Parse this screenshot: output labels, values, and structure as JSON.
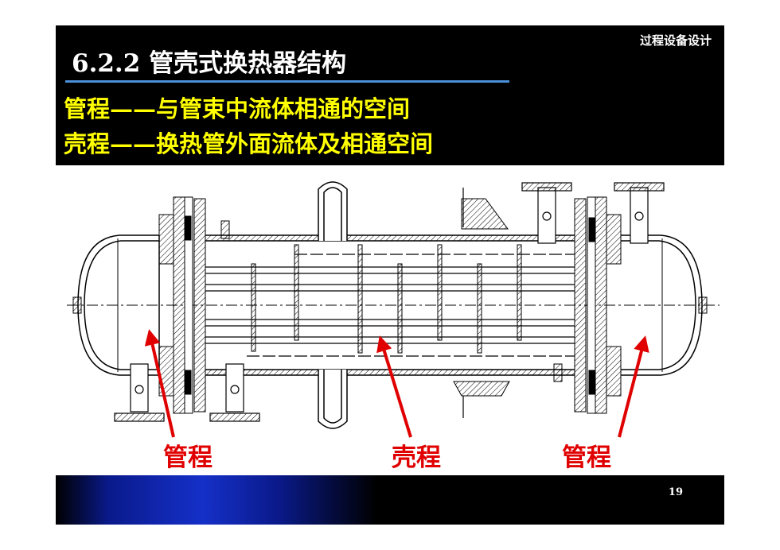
{
  "header": {
    "title": "6.2.2  管壳式换热器结构",
    "course": "过程设备设计",
    "definitions": [
      "管程——与管束中流体相通的空间",
      "壳程——换热管外面流体及相通空间"
    ]
  },
  "diagram": {
    "labels": {
      "left_tube_side": "管程",
      "shell_side": "壳程",
      "right_tube_side": "管程"
    }
  },
  "footer": {
    "page_number": "19"
  },
  "colors": {
    "header_bg": "#000000",
    "definition_text": "#ffff00",
    "label_red": "#e00000",
    "title_rule": "#4a90d9"
  }
}
